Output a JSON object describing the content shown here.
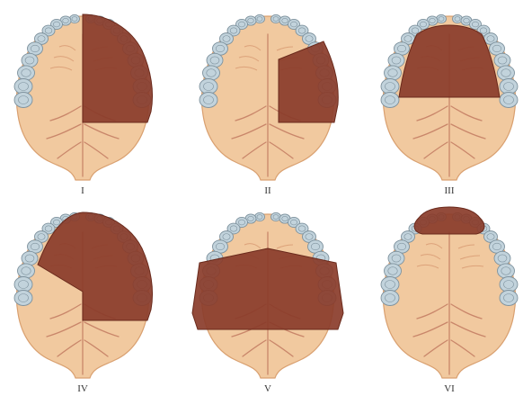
{
  "panels": [
    {
      "id": "I",
      "label": "I",
      "resection": "right-hemi"
    },
    {
      "id": "II",
      "label": "II",
      "resection": "right-posterior"
    },
    {
      "id": "III",
      "label": "III",
      "resection": "central-palate"
    },
    {
      "id": "IV",
      "label": "IV",
      "resection": "extended-right-hemi"
    },
    {
      "id": "V",
      "label": "V",
      "resection": "bilateral-posterior"
    },
    {
      "id": "VI",
      "label": "VI",
      "resection": "anterior-premaxilla"
    }
  ],
  "colors": {
    "palate": "#f1c99f",
    "palate_edge": "#d9a070",
    "rugae": "#dca27a",
    "vessel": "#c9866a",
    "tooth": "#c2d3dc",
    "tooth_edge": "#7e929e",
    "resection": "#8a3c2a",
    "resection_edge": "#6a2a1c"
  }
}
